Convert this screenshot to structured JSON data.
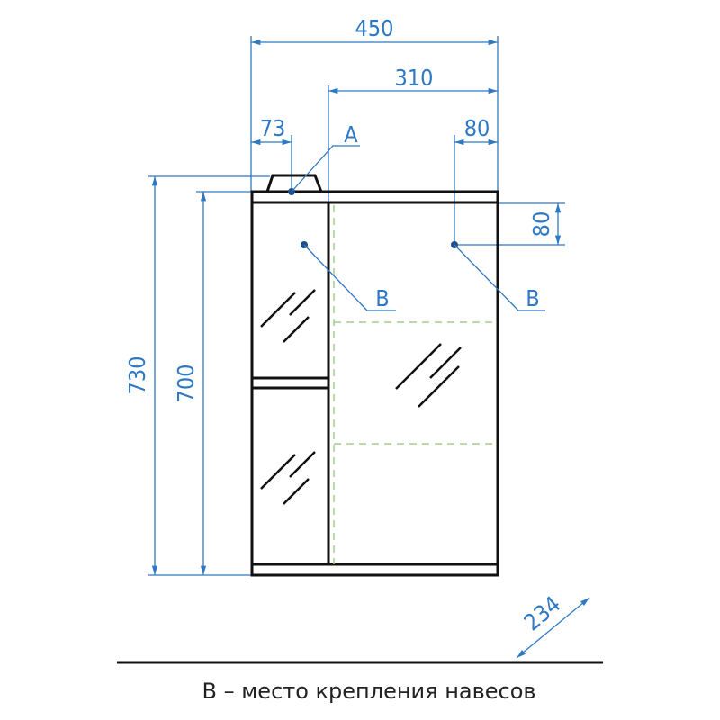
{
  "dimensions": {
    "total_width": "450",
    "mirror_width": "310",
    "left_offset": "73",
    "right_offset": "80",
    "vertical_offset": "80",
    "total_height": "730",
    "body_height": "700",
    "depth": "234"
  },
  "labels": {
    "point_a": "A",
    "point_b_left": "B",
    "point_b_right": "B"
  },
  "caption": "В – место крепления навесов",
  "colors": {
    "dimension": "#2f78c4",
    "outline": "#111111",
    "hidden": "#9fd08a"
  }
}
